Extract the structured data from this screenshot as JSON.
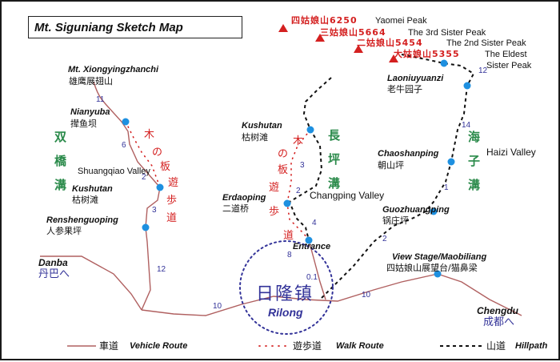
{
  "map": {
    "title": "Mt. Siguniang Sketch Map",
    "colors": {
      "vehicle_route": "#b06060",
      "walk_route": "#d42020",
      "hillpath": "#111111",
      "station": "#1e90e0",
      "valley_text": "#2a8a4a",
      "peak": "#d42020",
      "town_label": "#333399"
    }
  },
  "peaks": [
    {
      "zh": "四姑娘山6250",
      "en": "Yaomei Peak"
    },
    {
      "zh": "三姑娘山5664",
      "en": "The 3rd Sister Peak"
    },
    {
      "zh": "二姑娘山5454",
      "en": "The 2nd Sister Peak"
    },
    {
      "zh": "大姑娘山5355",
      "en": "The Eldest",
      "en2": "Sister Peak"
    }
  ],
  "places": {
    "xiongying_en": "Mt. Xiongyingzhanchi",
    "xiongying_zh": "雄鹰展翅山",
    "nianyuba_en": "Nianyuba",
    "nianyuba_zh": "撵鱼坝",
    "shuangqiao_valley": "Shuangqiao Valley",
    "kushutan_left_en": "Kushutan",
    "kushutan_left_zh": "枯树滩",
    "renshenguoping_en": "Renshenguoping",
    "renshenguoping_zh": "人参果坪",
    "kushutan_mid_en": "Kushutan",
    "kushutan_mid_zh": "枯树滩",
    "erdaoping_en": "Erdaoping",
    "erdaoping_zh": "二道桥",
    "changping_valley": "Changping Valley",
    "entrance": "Entrance",
    "laoniuyuanzi_en": "Laoniuyuanzi",
    "laoniuyuanzi_zh": "老牛园子",
    "chaoshanping_en": "Chaoshanping",
    "chaoshanping_zh": "朝山坪",
    "haizi_valley": "Haizi Valley",
    "guozhuangping_en": "Guozhuangping",
    "guozhuangping_zh": "锅庄坪",
    "viewstage_en": "View Stage/Maobiliang",
    "viewstage_zh": "四姑娘山展望台/猫鼻梁",
    "danba_en": "Danba",
    "danba_zh": "丹巴へ",
    "chengdu_en": "Chengdu",
    "chengdu_zh": "成都へ",
    "rilong_zh": "日隆镇",
    "rilong_en": "Rilong"
  },
  "valley_chars": {
    "shuangqiao": [
      "双",
      "橋",
      "溝"
    ],
    "changping": [
      "長",
      "坪",
      "溝"
    ],
    "haizi": [
      "海",
      "子",
      "溝"
    ]
  },
  "walk_chars": {
    "left": [
      "木",
      "の",
      "板",
      "遊",
      "歩",
      "道"
    ],
    "mid": [
      "木",
      "の",
      "板",
      "遊",
      "歩",
      "道"
    ]
  },
  "distances": [
    "11",
    "6",
    "2",
    "3",
    "12",
    "10",
    "3",
    "2",
    "4",
    "8",
    "0.1",
    "10",
    "12",
    "14",
    "1",
    "2"
  ],
  "legend": {
    "vehicle_zh": "車道",
    "vehicle_en": "Vehicle Route",
    "walk_zh": "遊歩道",
    "walk_en": "Walk Route",
    "hill_zh": "山道",
    "hill_en": "Hillpath"
  }
}
